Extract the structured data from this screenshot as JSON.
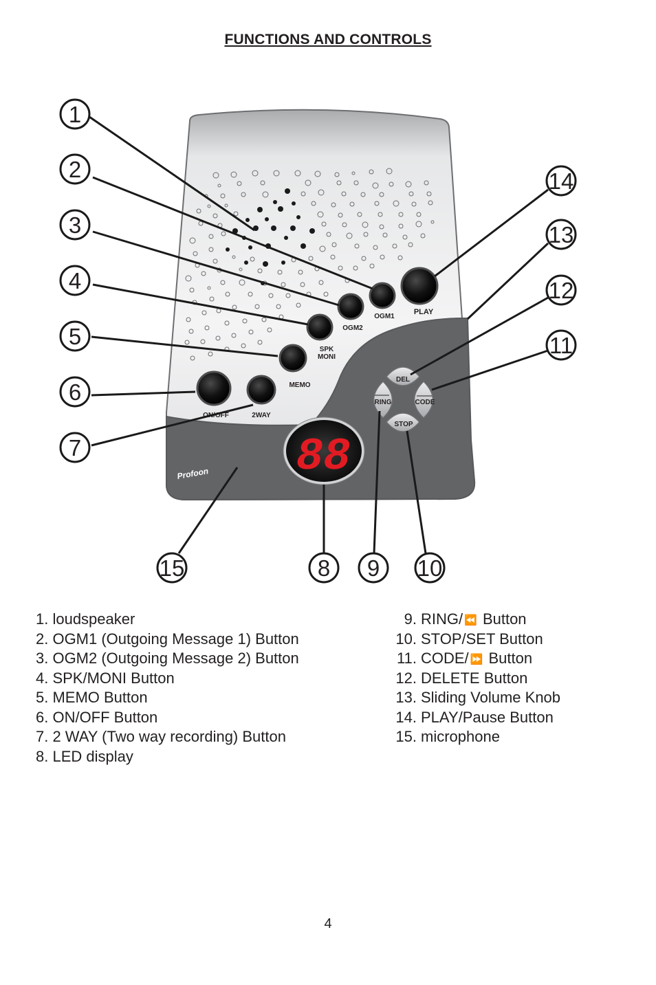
{
  "heading": "FUNCTIONS AND CONTROLS",
  "page_number": "4",
  "brand_logo": "Profoon",
  "device_labels": {
    "play": "PLAY",
    "ogm1": "OGM1",
    "ogm2": "OGM2",
    "spk_line1": "SPK",
    "spk_line2": "MONI",
    "memo": "MEMO",
    "onoff": "ON/OFF",
    "twoway": "2WAY",
    "del": "DEL",
    "ring": "RING",
    "code": "CODE",
    "stop": "STOP",
    "led": "88"
  },
  "callouts": {
    "c1": "1",
    "c2": "2",
    "c3": "3",
    "c4": "4",
    "c5": "5",
    "c6": "6",
    "c7": "7",
    "c8": "8",
    "c9": "9",
    "c10": "10",
    "c11": "11",
    "c12": "12",
    "c13": "13",
    "c14": "14",
    "c15": "15"
  },
  "legend_left": [
    "1. loudspeaker",
    "2. OGM1 (Outgoing Message 1) Button",
    "3. OGM2 (Outgoing Message 2) Button",
    "4. SPK/MONI Button",
    "5. MEMO Button",
    "6. ON/OFF Button",
    "7. 2 WAY (Two way recording) Button",
    "8. LED display"
  ],
  "legend_right": [
    {
      "num": "9.",
      "text_a": "RING/",
      "glyph": "⏪",
      "text_b": "Button"
    },
    {
      "num": "10.",
      "text_a": "STOP/SET Button",
      "glyph": "",
      "text_b": ""
    },
    {
      "num": "11.",
      "text_a": "CODE/",
      "glyph": "⏩",
      "text_b": "Button"
    },
    {
      "num": "12.",
      "text_a": "DELETE Button",
      "glyph": "",
      "text_b": ""
    },
    {
      "num": "13.",
      "text_a": "Sliding Volume Knob",
      "glyph": "",
      "text_b": ""
    },
    {
      "num": "14.",
      "text_a": "PLAY/Pause Button",
      "glyph": "",
      "text_b": ""
    },
    {
      "num": "15.",
      "text_a": "microphone",
      "glyph": "",
      "text_b": ""
    }
  ]
}
